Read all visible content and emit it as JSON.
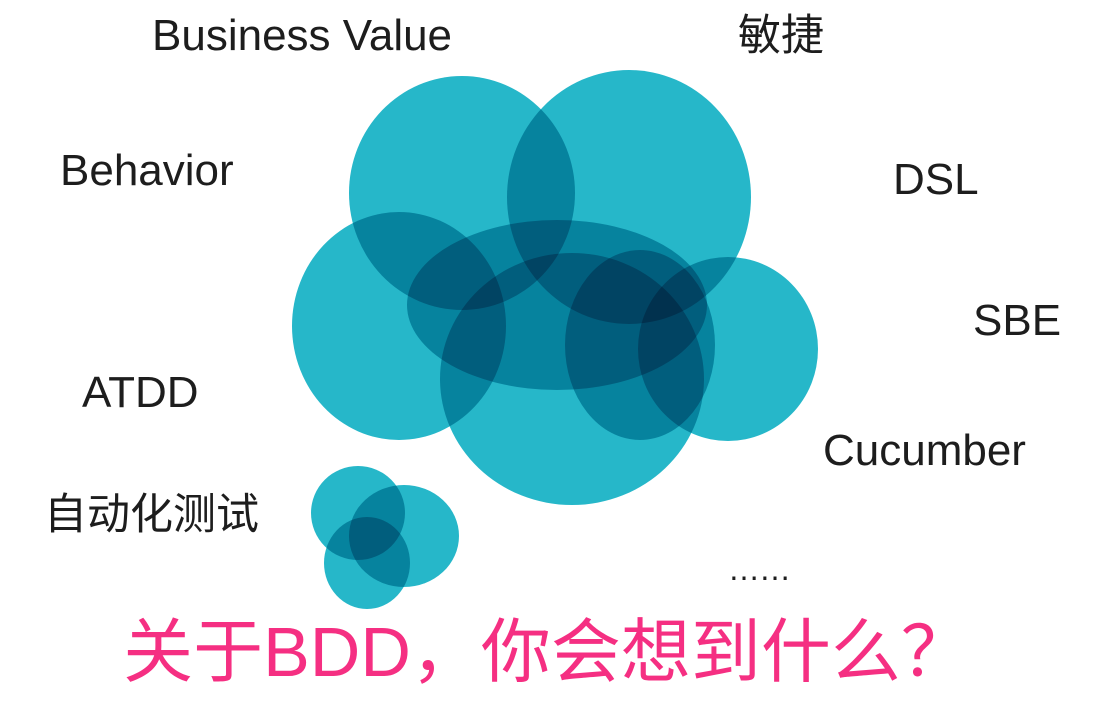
{
  "slide": {
    "background": "#ffffff",
    "ink_color": "#1d1d1d",
    "cloud": {
      "color": "#26b7c9",
      "overlap_double_color": "#1889a2",
      "overlap_triple_color": "#14657f"
    },
    "keywords": [
      {
        "id": "business-value",
        "text": "Business Value"
      },
      {
        "id": "agile",
        "text": "敏捷"
      },
      {
        "id": "behavior",
        "text": "Behavior"
      },
      {
        "id": "dsl",
        "text": "DSL"
      },
      {
        "id": "sbe",
        "text": "SBE"
      },
      {
        "id": "atdd",
        "text": "ATDD"
      },
      {
        "id": "cucumber",
        "text": "Cucumber"
      },
      {
        "id": "automated-testing",
        "text": "自动化测试"
      },
      {
        "id": "more",
        "text": "……"
      }
    ],
    "title": {
      "text": "关于BDD，你会想到什么？",
      "color": "#f52f82"
    }
  }
}
